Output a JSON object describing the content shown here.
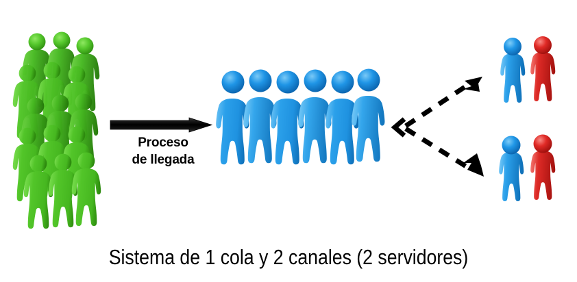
{
  "diagram": {
    "caption": "Sistema de 1 cola y 2 canales (2 servidores)",
    "background_color": "#ffffff"
  },
  "arrival": {
    "label_line1": "Proceso",
    "label_line2": "de llegada",
    "arrow_color": "#101010",
    "crowd": {
      "icon": "person-group-icon",
      "color": "#4fbf26",
      "shadow_color": "#2f8c12",
      "count": 15,
      "rows": 5,
      "columns": 3
    }
  },
  "queue": {
    "icon": "person-icon",
    "color": "#2196e8",
    "shadow_color": "#0f6fb8",
    "count": 6,
    "channels": 1
  },
  "servers": {
    "count": 2,
    "customer_color": "#2196e8",
    "server_color": "#dd2222",
    "stations": [
      {
        "name": "servidor-1",
        "customer_icon": "person-icon",
        "server_icon": "person-icon"
      },
      {
        "name": "servidor-2",
        "customer_icon": "person-icon",
        "server_icon": "person-icon"
      }
    ]
  },
  "branch": {
    "style": "dashed",
    "color": "#000000",
    "branches": 2,
    "vertex_marker": "chevron-left-icon"
  }
}
